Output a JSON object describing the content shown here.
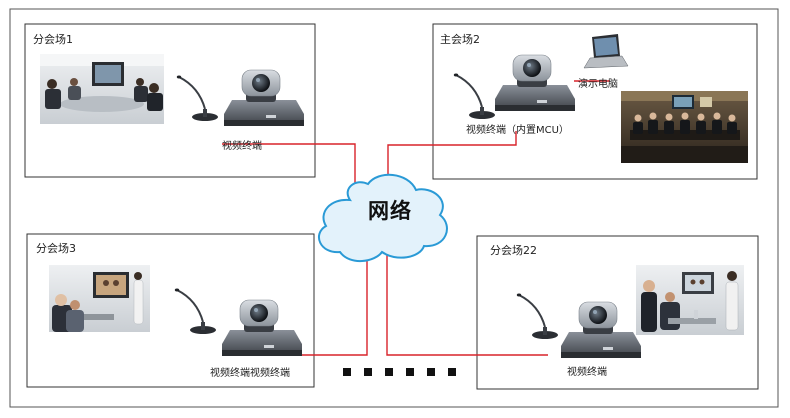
{
  "network": {
    "label": "网络"
  },
  "sites": {
    "branch1": {
      "title": "分会场1",
      "terminal_label": "视频终端"
    },
    "main2": {
      "title": "主会场2",
      "terminal_label": "视频终端（内置MCU）",
      "laptop_label": "演示电脑"
    },
    "branch3": {
      "title": "分会场3",
      "terminal_label": "视频终端视频终端"
    },
    "branch22": {
      "title": "分会场22",
      "terminal_label": "视频终端"
    }
  },
  "colors": {
    "link": "#d8232a",
    "cloud_fill": "#e3f2fb",
    "cloud_stroke": "#2a9ad6",
    "frame": "#555555"
  }
}
